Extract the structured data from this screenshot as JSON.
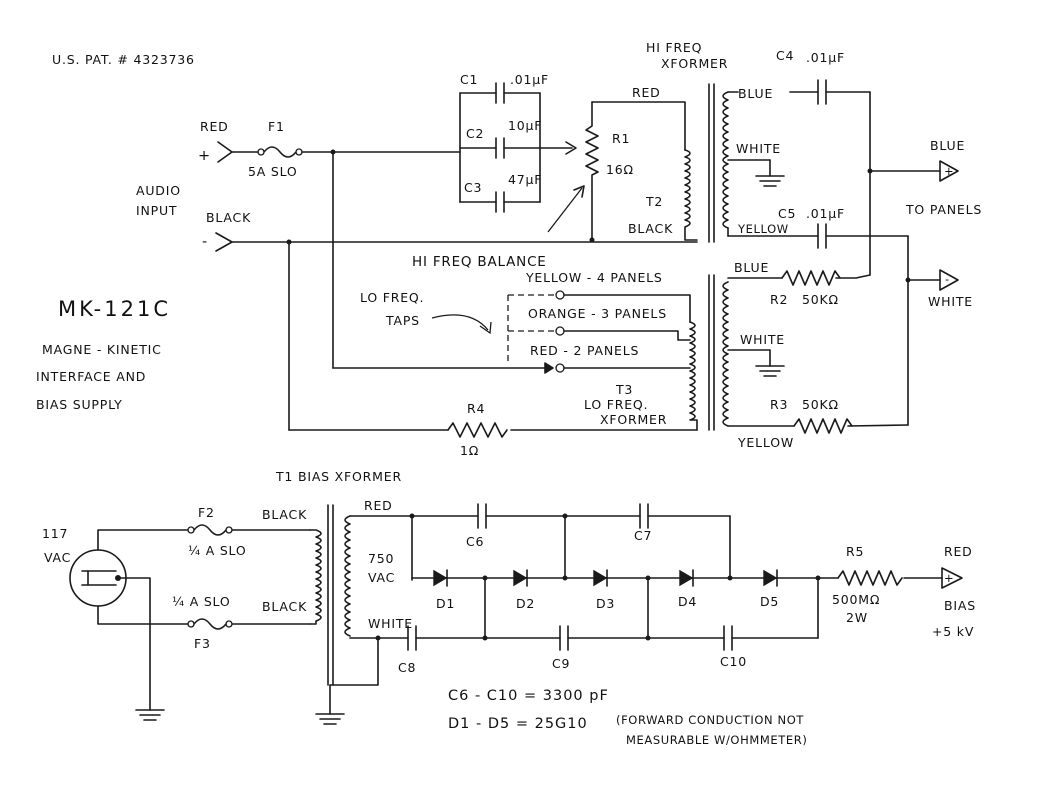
{
  "patent": "U.S. PAT. # 4323736",
  "model": "MK-121C",
  "description": [
    "MAGNE - KINETIC",
    "INTERFACE AND",
    "BIAS SUPPLY"
  ],
  "audio_input": {
    "title_1": "AUDIO",
    "title_2": "INPUT",
    "red": "RED",
    "black": "BLACK",
    "plus": "+",
    "minus": "-"
  },
  "fuse_f1": {
    "name": "F1",
    "rating": "5A SLO"
  },
  "caps_input": [
    {
      "name": "C1",
      "value": ".01µF"
    },
    {
      "name": "C2",
      "value": "10µF"
    },
    {
      "name": "C3",
      "value": "47µF"
    }
  ],
  "r1": {
    "name": "R1",
    "value": "16Ω"
  },
  "hi_freq_balance": "HI FREQ BALANCE",
  "t2": {
    "name": "T2",
    "title_1": "HI FREQ",
    "title_2": "XFORMER",
    "wires": {
      "red": "RED",
      "black": "BLACK",
      "blue": "BLUE",
      "white": "WHITE",
      "yellow": "YELLOW"
    }
  },
  "c4": {
    "name": "C4",
    "value": ".01µF"
  },
  "c5": {
    "name": "C5",
    "value": ".01µF"
  },
  "outputs": {
    "blue": "BLUE",
    "white": "WHITE",
    "to_panels": "TO PANELS"
  },
  "lo_freq_taps": {
    "label_1": "LO FREQ.",
    "label_2": "TAPS",
    "taps": [
      "YELLOW - 4 PANELS",
      "ORANGE - 3 PANELS",
      "RED - 2 PANELS"
    ]
  },
  "t3": {
    "name": "T3",
    "title_1": "LO FREQ.",
    "title_2": "XFORMER",
    "wires": {
      "blue": "BLUE",
      "white": "WHITE",
      "yellow": "YELLOW"
    }
  },
  "r2": {
    "name": "R2",
    "value": "50KΩ"
  },
  "r3": {
    "name": "R3",
    "value": "50KΩ"
  },
  "r4": {
    "name": "R4",
    "value": "1Ω"
  },
  "t1": {
    "title": "T1 BIAS XFORMER",
    "primary_top": "BLACK",
    "primary_bottom": "BLACK",
    "secondary_top": "RED",
    "secondary_bottom": "WHITE",
    "secondary_voltage_1": "750",
    "secondary_voltage_2": "VAC"
  },
  "mains": {
    "voltage_1": "117",
    "voltage_2": "VAC"
  },
  "fuse_f2": {
    "name": "F2",
    "rating": "¼ A SLO"
  },
  "fuse_f3": {
    "name": "F3",
    "rating": "¼ A SLO"
  },
  "multiplier_caps": [
    "C6",
    "C7",
    "C8",
    "C9",
    "C10"
  ],
  "diodes": [
    "D1",
    "D2",
    "D3",
    "D4",
    "D5"
  ],
  "r5": {
    "name": "R5",
    "value": "500MΩ",
    "power": "2W"
  },
  "bias_output": {
    "red": "RED",
    "label": "BIAS",
    "voltage": "+5 kV"
  },
  "notes": {
    "caps": "C6 - C10 = 3300 pF",
    "diodes": "D1 - D5 = 25G10",
    "diode_note_1": "(FORWARD CONDUCTION NOT",
    "diode_note_2": "MEASURABLE W/OHMMETER)"
  }
}
